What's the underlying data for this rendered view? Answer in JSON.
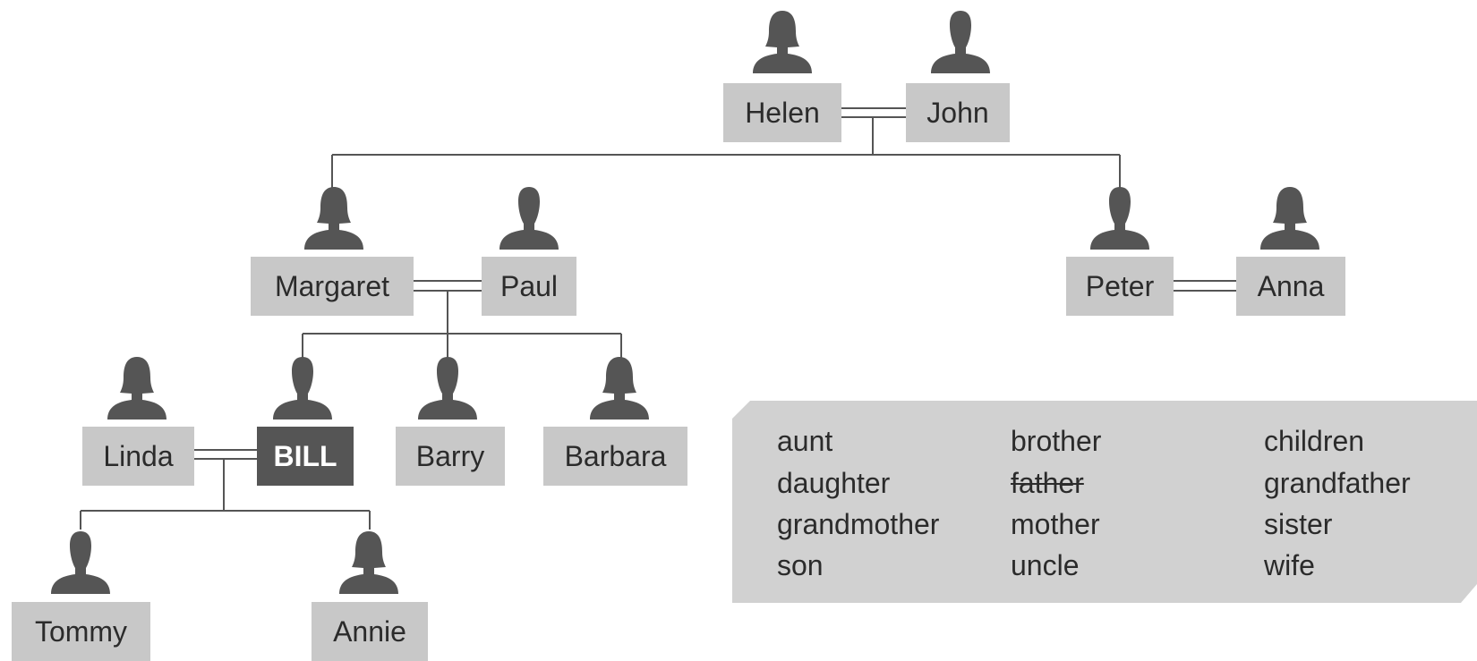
{
  "people": {
    "helen": "Helen",
    "john": "John",
    "margaret": "Margaret",
    "paul": "Paul",
    "peter": "Peter",
    "anna": "Anna",
    "linda": "Linda",
    "bill": "BILL",
    "barry": "Barry",
    "barbara": "Barbara",
    "tommy": "Tommy",
    "annie": "Annie"
  },
  "word_bank": {
    "col1": [
      "aunt",
      "daughter",
      "grandmother",
      "son"
    ],
    "col2": [
      "brother",
      "father",
      "mother",
      "uncle"
    ],
    "col3": [
      "children",
      "grandfather",
      "sister",
      "wife"
    ],
    "crossed_out": "father"
  },
  "colors": {
    "name_box": "#c8c8c8",
    "highlight_box": "#555555",
    "silhouette": "#555555",
    "connector": "#555555",
    "word_bank_bg": "#d1d1d1"
  }
}
